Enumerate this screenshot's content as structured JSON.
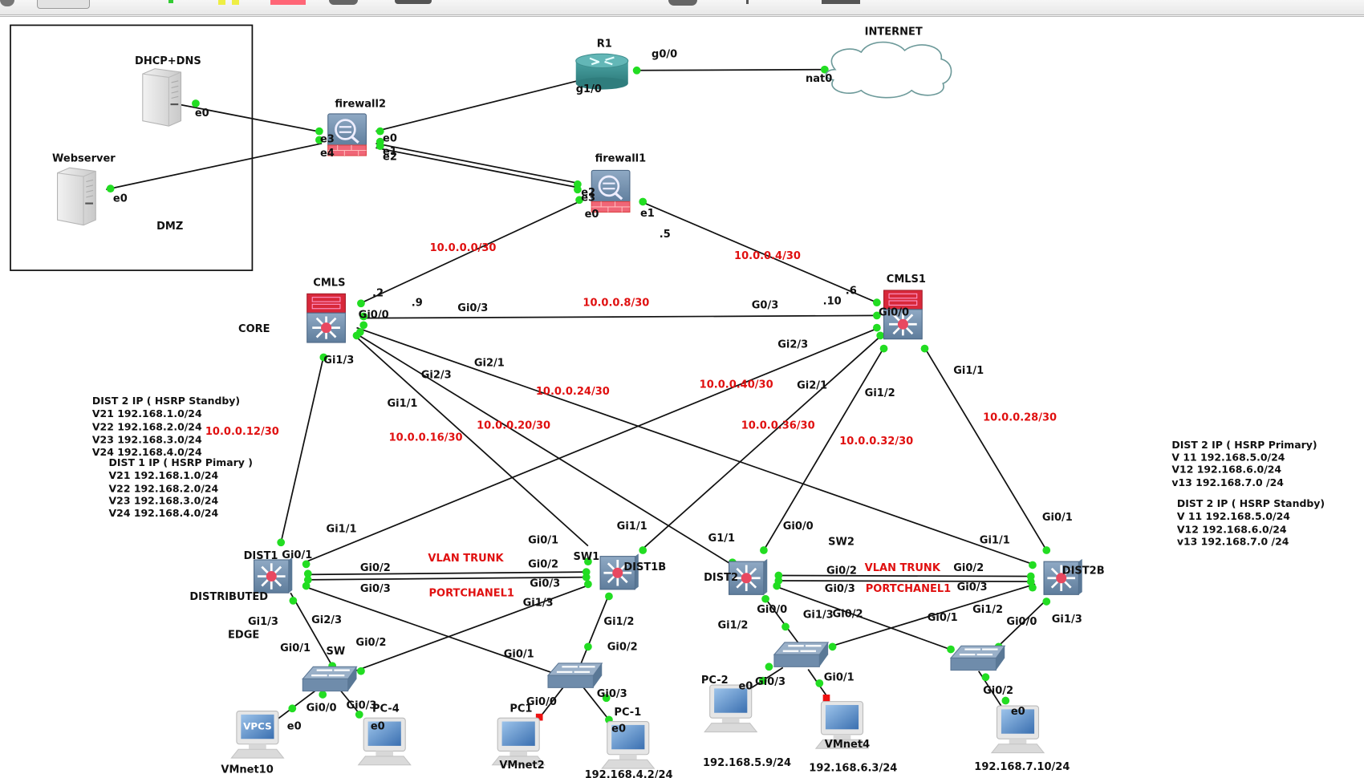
{
  "toolbar": {
    "icons": [
      "circle-button",
      "select-tool",
      "start-icon",
      "pause-icon",
      "stop-icon",
      "record-icon",
      "console-icon",
      "camera-icon",
      "zoom-icon",
      "screenshot-icon"
    ]
  },
  "zones": {
    "dmz_label": "DMZ",
    "core_label": "CORE",
    "distributed_label": "DISTRIBUTED",
    "edge_label": "EDGE"
  },
  "nodes": {
    "dhcp": {
      "name": "DHCP+DNS",
      "type": "server"
    },
    "webserver": {
      "name": "Webserver",
      "type": "server"
    },
    "firewall2": {
      "name": "firewall2",
      "type": "firewall"
    },
    "firewall1": {
      "name": "firewall1",
      "type": "firewall"
    },
    "r1": {
      "name": "R1",
      "type": "router"
    },
    "internet": {
      "name": "INTERNET",
      "type": "cloud"
    },
    "cmls": {
      "name": "CMLS",
      "type": "multilayer-switch"
    },
    "cmls1": {
      "name": "CMLS1",
      "type": "multilayer-switch"
    },
    "dist1": {
      "name": "DIST1",
      "type": "multilayer-switch"
    },
    "dist1b": {
      "name": "DIST1B",
      "type": "multilayer-switch",
      "alias": "SW1"
    },
    "dist2": {
      "name": "DIST2",
      "type": "multilayer-switch"
    },
    "dist2b": {
      "name": "DIST2B",
      "type": "multilayer-switch",
      "alias": "SW2"
    },
    "sw": {
      "name": "SW",
      "type": "switch"
    },
    "vmnet10": {
      "name": "VMnet10",
      "badge": "VPCS",
      "type": "pc"
    },
    "pc4": {
      "name": "PC-4",
      "type": "pc"
    },
    "vmnet2": {
      "name": "VMnet2",
      "alias": "PC1",
      "type": "pc"
    },
    "pc1": {
      "name": "PC-1",
      "ip": "192.168.4.2/24",
      "type": "pc"
    },
    "pc2": {
      "name": "PC-2",
      "ip": "192.168.5.9/24",
      "type": "pc"
    },
    "vmnet4": {
      "name": "VMnet4",
      "ip": "192.168.6.3/24",
      "type": "pc"
    },
    "pc7": {
      "ip": "192.168.7.10/24",
      "type": "pc"
    }
  },
  "subnets": {
    "s0": "10.0.0.0/30",
    "s4": "10.0.0.4/30",
    "s8": "10.0.0.8/30",
    "s12": "10.0.0.12/30",
    "s16": "10.0.0.16/30",
    "s20": "10.0.0.20/30",
    "s24": "10.0.0.24/30",
    "s28": "10.0.0.28/30",
    "s32": "10.0.0.32/30",
    "s36": "10.0.0.36/30",
    "s40": "10.0.0.40/30"
  },
  "host_octets": {
    "o2": ".2",
    "o5": ".5",
    "o6": ".6",
    "o9": ".9",
    "o10": ".10"
  },
  "trunks": {
    "left_trunk": "VLAN TRUNK",
    "left_po": "PORTCHANEL1",
    "right_trunk": "VLAN TRUNK",
    "right_po": "PORTCHANEL1"
  },
  "ports": {
    "dhcp_e0": "e0",
    "web_e0": "e0",
    "fw2_e3": "e3",
    "fw2_e4": "e4",
    "fw2_e0": "e0",
    "fw2_e1": "e1",
    "fw2_e2": "e2",
    "r1_g00": "g0/0",
    "r1_g10": "g1/0",
    "inet_nat0": "nat0",
    "fw1_e2": "e2",
    "fw1_e3": "e3",
    "fw1_e0": "e0",
    "fw1_e1": "e1",
    "cmls_g00": "Gi0/0",
    "cmls_g03": "Gi0/3",
    "cmls_g13": "Gi1/3",
    "cmls_g23": "Gi2/3",
    "cmls_g21": "Gi2/1",
    "cmls_g11": "Gi1/1",
    "cmls1_g00": "Gi0/0",
    "cmls1_g03": "G0/3",
    "cmls1_g23": "Gi2/3",
    "cmls1_g21": "Gi2/1",
    "cmls1_g12": "Gi1/2",
    "cmls1_g11": "Gi1/1",
    "d1_g01": "Gi0/1",
    "d1_g11": "Gi1/1",
    "d1_g02": "Gi0/2",
    "d1_g03": "Gi0/3",
    "d1_g13": "Gi1/3",
    "d1_g23": "Gi2/3",
    "d1b_g01": "Gi0/1",
    "d1b_g11": "Gi1/1",
    "d1b_g02": "Gi0/2",
    "d1b_g03": "Gi0/3",
    "d1b_g13": "Gi1/3",
    "d1b_g12": "Gi1/2",
    "sw_g01": "Gi0/1",
    "sw_g02": "Gi0/2",
    "sw_g00": "Gi0/0",
    "sw_g03": "Gi0/3",
    "vpcs_e0": "e0",
    "pc4_e0": "e0",
    "sw1_g01": "Gi0/1",
    "sw1_g02": "Gi0/2",
    "sw1_g00": "Gi0/0",
    "sw1_g03": "Gi0/3",
    "pc1_e0": "e0",
    "d2_g11": "G1/1",
    "d2_g00": "Gi0/0",
    "d2_g02": "Gi0/2",
    "d2_g03": "Gi0/3",
    "d2_g00b": "Gi0/0",
    "d2_g12": "Gi1/2",
    "d2_g13": "Gi1/3",
    "d2b_g01": "Gi0/1",
    "d2b_g11": "Gi1/1",
    "d2b_g02": "Gi0/2",
    "d2b_g03": "Gi0/3",
    "d2b_g12": "Gi1/2",
    "d2b_g13": "Gi1/3",
    "sw3_g02": "Gi0/2",
    "sw3_g03": "Gi0/3",
    "sw3_g01": "Gi0/1",
    "pc2_e0": "e0",
    "sw4_g01": "Gi0/1",
    "sw4_g00": "Gi0/0",
    "sw4_g02": "Gi0/2",
    "pc7_e0": "e0"
  },
  "notes": {
    "left": {
      "standby_title": "DIST 2 IP ( HSRP Standby)",
      "standby_lines": [
        "V21 192.168.1.0/24",
        "V22 192.168.2.0/24",
        "V23 192.168.3.0/24",
        "V24 192.168.4.0/24"
      ],
      "primary_title": "DIST 1 IP ( HSRP Pimary )",
      "primary_lines": [
        "V21 192.168.1.0/24",
        "V22 192.168.2.0/24",
        "V23 192.168.3.0/24",
        "V24 192.168.4.0/24"
      ]
    },
    "right": {
      "primary_title": "DIST 2 IP ( HSRP Primary)",
      "primary_lines": [
        "V 11 192.168.5.0/24",
        "V12  192.168.6.0/24",
        "v13  192.168.7.0 /24"
      ],
      "standby_title": "DIST 2 IP ( HSRP Standby)",
      "standby_lines": [
        "V 11 192.168.5.0/24",
        "V12  192.168.6.0/24",
        "v13  192.168.7.0 /24"
      ]
    }
  },
  "colors": {
    "link_up": "#22dd22",
    "link_down": "#ee1111",
    "subnet_text": "#e01010"
  }
}
